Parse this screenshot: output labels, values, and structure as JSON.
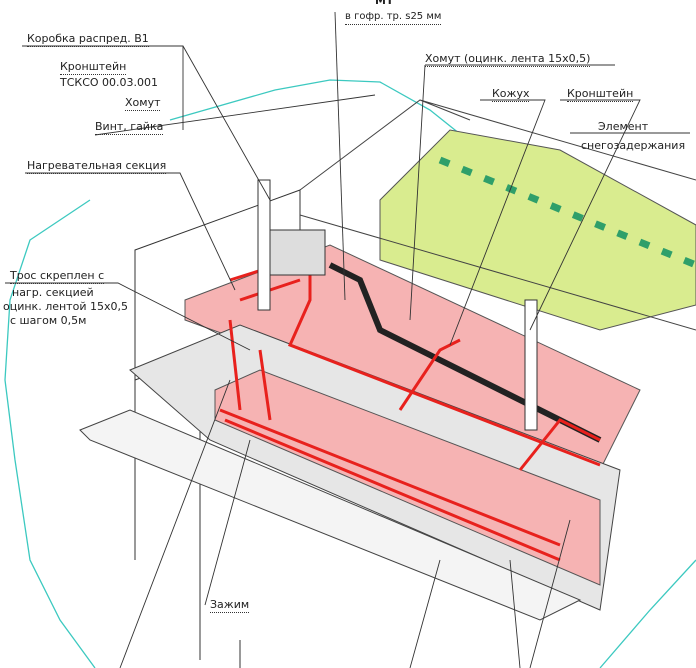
{
  "labels": {
    "mt": "МТ",
    "conduit": "в гофр. тр. s25 мм",
    "junction_box": "Коробка распред. В1",
    "bracket_line1": "Кронштейн",
    "bracket_line2": "ТСКСО 00.03.001",
    "clamp": "Хомут",
    "screw_nut": "Винт, гайка",
    "heating_section": "Нагревательная секция",
    "cable_line1": "Трос скреплен с",
    "cable_line2": "нагр. секцией",
    "cable_line3": "оцинк. лентой 15х0,5",
    "cable_line4": "с шагом 0,5м",
    "clamp_tape": "Хомут (оцинк. лента 15х0,5)",
    "casing": "Кожух",
    "bracket": "Кронштейн",
    "snow_element_line1": "Элемент",
    "snow_element_line2": "снегозадержания",
    "clip": "Зажим"
  },
  "colors": {
    "roof": "#d9ec8f",
    "heated_zone": "#f6b3b3",
    "cable": "#e8211d",
    "outline": "#3cc9c0",
    "snow_guard": "#2f9f6a"
  }
}
